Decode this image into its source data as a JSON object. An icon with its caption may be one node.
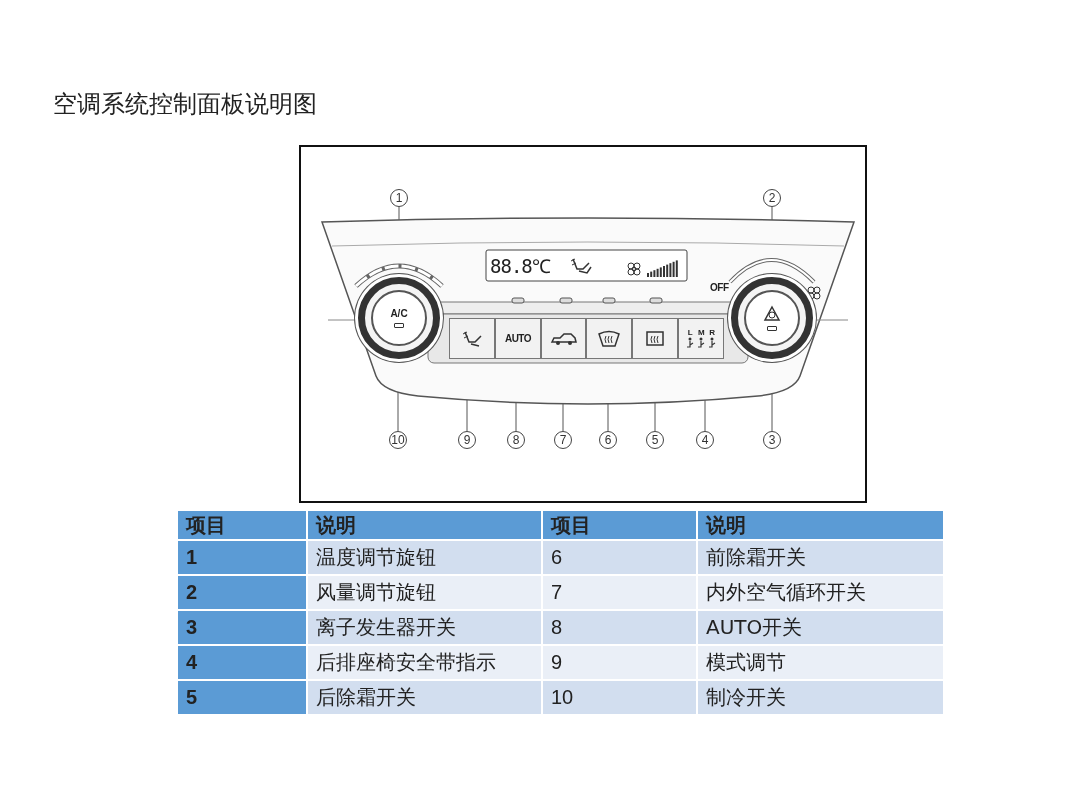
{
  "diagram": {
    "title": "空调系统控制面板说明图",
    "nodes": [
      {
        "text": [
          "1"
        ]
      },
      {
        "text": [
          "2"
        ]
      },
      {
        "text": [],
        "shape": "circle"
      },
      {
        "text": [
          "A/C"
        ],
        "in": 2
      },
      {
        "text": [],
        "shape": "circle"
      },
      {
        "text": [],
        "shape": "circle",
        "in": 4
      },
      {
        "text": [],
        "shape": "box"
      },
      {
        "text": [
          "AUTO"
        ]
      },
      {
        "text": [],
        "shape": "box"
      },
      {
        "text": [],
        "shape": "box"
      },
      {
        "text": [],
        "shape": "box"
      },
      {
        "text": [
          "L",
          "M",
          "R"
        ]
      },
      {
        "text": [
          "10"
        ]
      },
      {
        "text": [
          "9"
        ]
      },
      {
        "text": [
          "8"
        ]
      },
      {
        "text": [
          "7"
        ]
      },
      {
        "text": [
          "6"
        ]
      },
      {
        "text": [
          "5"
        ]
      },
      {
        "text": [
          "4"
        ]
      },
      {
        "text": [
          "3"
        ]
      }
    ],
    "edges": [
      {
        "from": 0,
        "to": 2,
        "arrow": "none"
      },
      {
        "from": 1,
        "to": 4,
        "arrow": "none"
      },
      {
        "from": 12,
        "to": 3,
        "arrow": "none"
      },
      {
        "from": 13,
        "to": 6,
        "arrow": "none"
      },
      {
        "from": 14,
        "to": 7,
        "arrow": "none"
      },
      {
        "from": 15,
        "to": 8,
        "arrow": "none"
      },
      {
        "from": 16,
        "to": 9,
        "arrow": "none"
      },
      {
        "from": 17,
        "to": 10,
        "arrow": "none"
      },
      {
        "from": 18,
        "to": 11,
        "arrow": "none"
      },
      {
        "from": 19,
        "to": 5,
        "arrow": "none"
      }
    ],
    "labels": [
      "88.8℃",
      "OFF",
      "项目",
      "说明",
      "项目",
      "说明",
      "1",
      "温度调节旋钮",
      "6",
      "前除霜开关",
      "2",
      "风量调节旋钮",
      "7",
      "内外空气循环开关",
      "3",
      "离子发生器开关",
      "8",
      "AUTO开关",
      "4",
      "后排座椅安全带指示",
      "9",
      "模式调节",
      "5",
      "后除霜开关",
      "10",
      "制冷开关"
    ]
  }
}
